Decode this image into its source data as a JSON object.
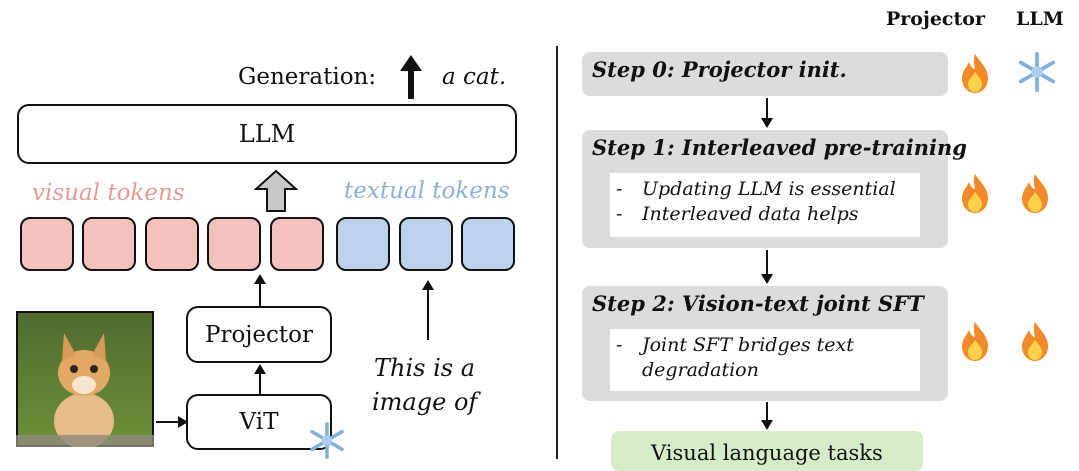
{
  "legend": {
    "projector": "Projector",
    "llm": "LLM"
  },
  "left": {
    "generation_label": "Generation:",
    "generation_output": "a cat.",
    "llm_label": "LLM",
    "visual_tokens_label": "visual tokens",
    "textual_tokens_label": "textual tokens",
    "projector_label": "Projector",
    "vit_label": "ViT",
    "text_input_line1": "This is a",
    "text_input_line2": "image of"
  },
  "steps": [
    {
      "title": "Step 0: Projector init.",
      "bullets": [],
      "projector_state": "trainable (fire-icon)",
      "llm_state": "frozen (snowflake-icon)"
    },
    {
      "title": "Step 1: Interleaved pre-training",
      "bullets": [
        "Updating LLM is essential",
        "Interleaved data helps"
      ],
      "projector_state": "trainable (fire-icon)",
      "llm_state": "trainable (fire-icon)"
    },
    {
      "title": "Step 2: Vision-text joint SFT",
      "bullets": [
        "Joint SFT bridges text",
        "degradation"
      ],
      "projector_state": "trainable (fire-icon)",
      "llm_state": "trainable (fire-icon)"
    }
  ],
  "final_box": "Visual language tasks",
  "colors": {
    "visual_token": "#f4c1bf",
    "textual_token": "#bcd1ea",
    "visual_text": "#e59a98",
    "textual_text": "#8fb0d6",
    "step_bg": "#dcdcdc",
    "final_bg": "#d6ecc8"
  },
  "icons": [
    "fire-icon",
    "snowflake-icon",
    "arrow-up-icon",
    "down-arrow-icon"
  ]
}
